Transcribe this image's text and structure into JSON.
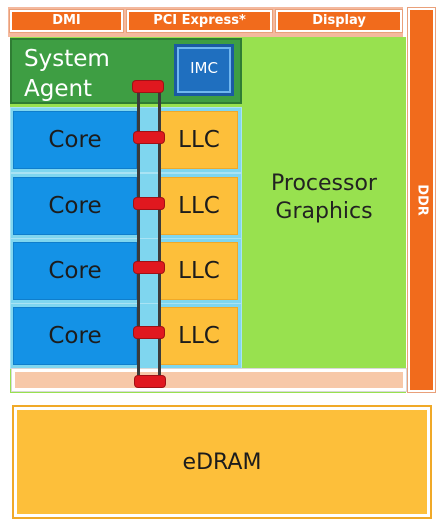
{
  "io": {
    "dmi": "DMI",
    "pcie": "PCI Express*",
    "display": "Display",
    "ddr": "DDR"
  },
  "system_agent": {
    "label_line1": "System",
    "label_line2": "Agent",
    "imc": "IMC"
  },
  "slices": [
    {
      "core": "Core",
      "llc": "LLC"
    },
    {
      "core": "Core",
      "llc": "LLC"
    },
    {
      "core": "Core",
      "llc": "LLC"
    },
    {
      "core": "Core",
      "llc": "LLC"
    }
  ],
  "graphics": {
    "line1": "Processor",
    "line2": "Graphics"
  },
  "edram": "eDRAM",
  "colors": {
    "io_orange": "#f16b1c",
    "system_agent_green": "#3e9e43",
    "imc_blue": "#1f6fbf",
    "core_blue": "#1492e6",
    "llc_yellow": "#fdbf3a",
    "graphics_green": "#98e14f",
    "ring_stop_red": "#e0181f"
  }
}
